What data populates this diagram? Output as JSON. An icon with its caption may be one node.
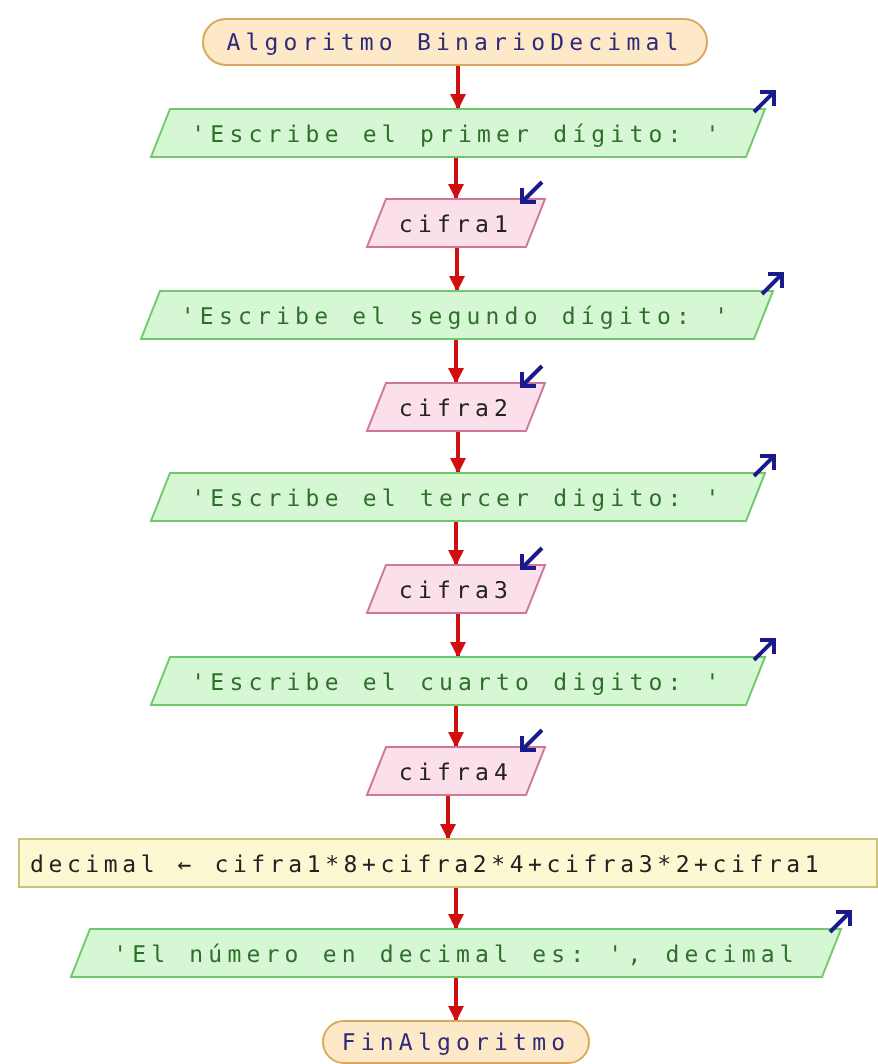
{
  "diagram": {
    "nodes": [
      {
        "text": [
          "Algoritmo BinarioDecimal"
        ]
      },
      {
        "text": [
          "'Escribe el primer dígito: '"
        ]
      },
      {
        "text": [
          "cifra1"
        ]
      },
      {
        "text": [
          "'Escribe el segundo dígito: '"
        ]
      },
      {
        "text": [
          "cifra2"
        ]
      },
      {
        "text": [
          "'Escribe el tercer digito: '"
        ]
      },
      {
        "text": [
          "cifra3"
        ]
      },
      {
        "text": [
          "'Escribe el cuarto digito: '"
        ]
      },
      {
        "text": [
          "cifra4"
        ]
      },
      {
        "text": [
          "decimal ← cifra1*8+cifra2*4+cifra3*2+cifra1"
        ]
      },
      {
        "text": [
          "'El número en decimal es: ', decimal"
        ]
      },
      {
        "text": [
          "FinAlgoritmo"
        ]
      }
    ],
    "edges": [
      {
        "from": 0,
        "to": 1,
        "arrow": "to"
      },
      {
        "from": 1,
        "to": 2,
        "arrow": "to"
      },
      {
        "from": 2,
        "to": 3,
        "arrow": "to"
      },
      {
        "from": 3,
        "to": 4,
        "arrow": "to"
      },
      {
        "from": 4,
        "to": 5,
        "arrow": "to"
      },
      {
        "from": 5,
        "to": 6,
        "arrow": "to"
      },
      {
        "from": 6,
        "to": 7,
        "arrow": "to"
      },
      {
        "from": 7,
        "to": 8,
        "arrow": "to"
      },
      {
        "from": 8,
        "to": 9,
        "arrow": "to"
      },
      {
        "from": 9,
        "to": 10,
        "arrow": "to"
      },
      {
        "from": 10,
        "to": 11,
        "arrow": "to"
      }
    ]
  }
}
